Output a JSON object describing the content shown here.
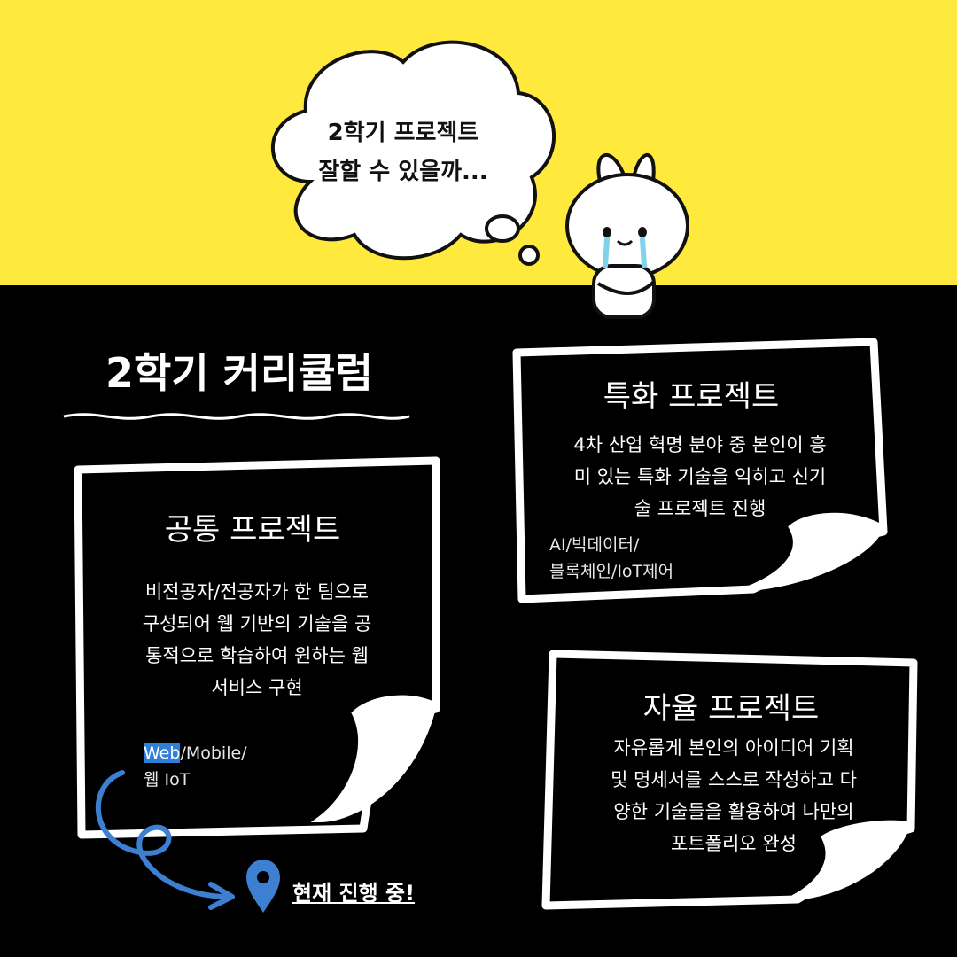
{
  "thought_bubble": {
    "line1": "2학기 프로젝트",
    "line2": "잘할 수 있을까..."
  },
  "section_title": "2학기 커리큘럼",
  "notes": [
    {
      "title": "공통 프로젝트",
      "body": [
        "비전공자/전공자가 한 팀으로",
        "구성되어 웹 기반의 기술을 공",
        "통적으로 학습하여 원하는 웹",
        "서비스 구현"
      ],
      "tags_line1_highlight": "Web",
      "tags_line1_rest": "/Mobile/",
      "tags_line2": "웹 IoT"
    },
    {
      "title": "특화 프로젝트",
      "body": [
        "4차 산업 혁명 분야 중 본인이 흥",
        "미 있는 특화 기술을 익히고 신기",
        "술 프로젝트 진행"
      ],
      "tags_line1": "AI/빅데이터/",
      "tags_line2": "블록체인/IoT제어"
    },
    {
      "title": "자율 프로젝트",
      "body": [
        "자유롭게 본인의 아이디어 기획",
        "및 명세서를 스스로 작성하고 다",
        "양한 기술들을 활용하여 나만의",
        "포트폴리오 완성"
      ]
    }
  ],
  "status": {
    "label": "현재 진행 중!",
    "icon": "location-pin-icon"
  },
  "colors": {
    "yellow": "#ffe93d",
    "black": "#000000",
    "white": "#ffffff",
    "blue": "#3d7fd1",
    "tear": "#7fd3e8"
  }
}
